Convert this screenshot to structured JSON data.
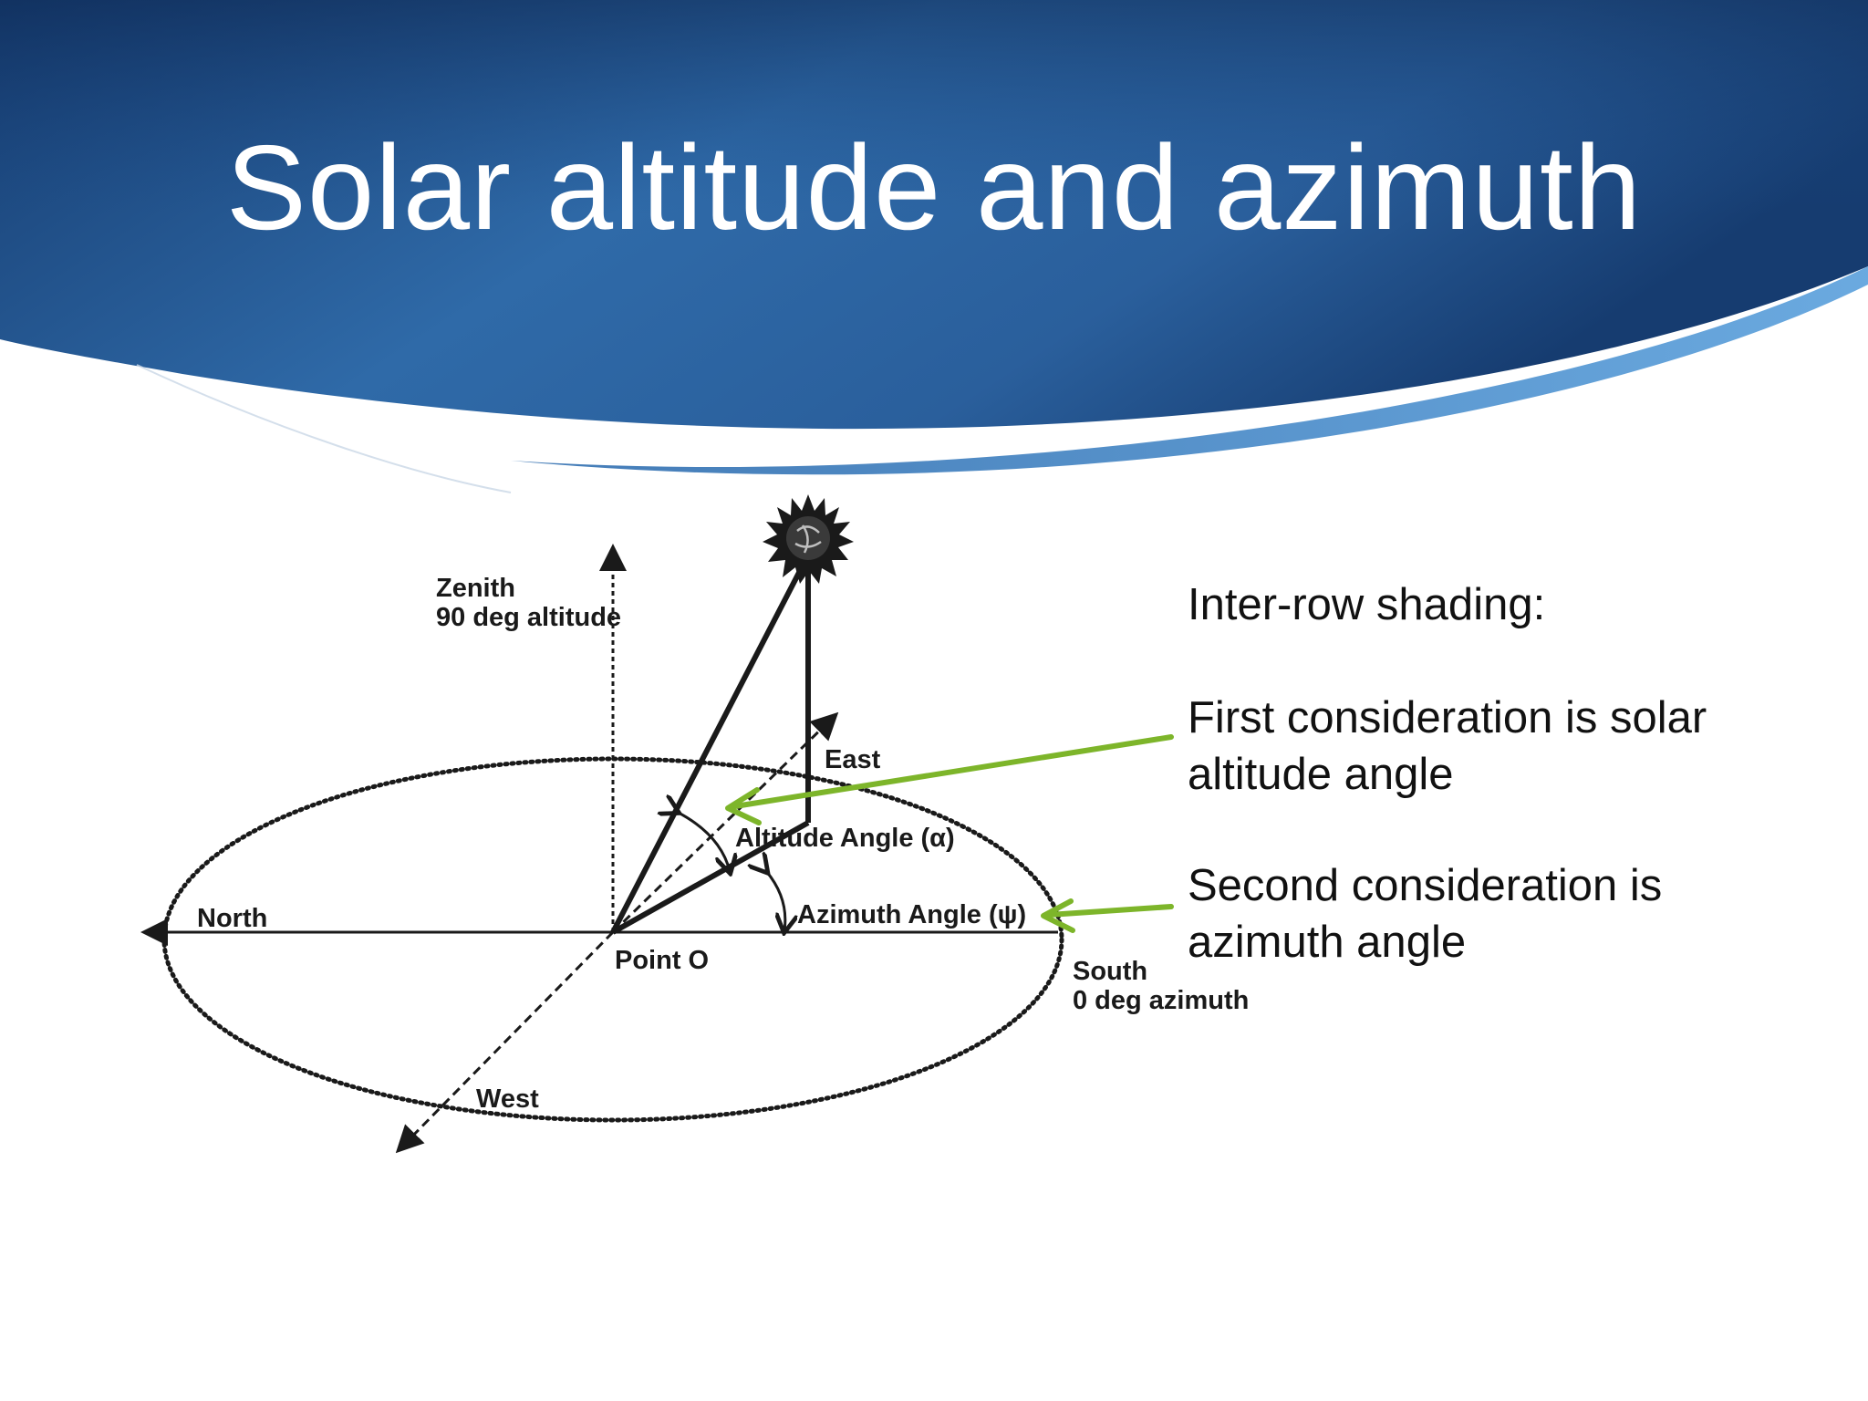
{
  "title": "Solar altitude and azimuth",
  "diagram": {
    "labels": {
      "zenith": "Zenith",
      "zenith_altitude": "90 deg altitude",
      "east": "East",
      "altitude_angle": "Altitude Angle (α)",
      "azimuth_angle": "Azimuth Angle (ψ)",
      "north": "North",
      "point_o": "Point O",
      "south": "South",
      "south_azimuth": "0 deg azimuth",
      "west": "West"
    }
  },
  "notes": {
    "heading": "Inter-row shading:",
    "first_line1": "First consideration is  solar",
    "first_line2": "altitude angle",
    "second_line1": "Second consideration is",
    "second_line2": "azimuth angle"
  },
  "colors": {
    "header_dark": "#14386b",
    "header_light": "#3a7fc0",
    "arrow_green": "#7db52a"
  },
  "icons": [
    "sun-icon"
  ]
}
